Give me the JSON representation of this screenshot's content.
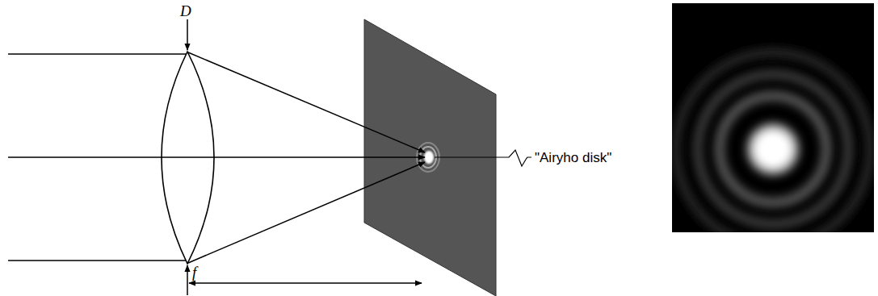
{
  "diagram": {
    "labels": [
      "D",
      "\"Airyho disk\"",
      "f"
    ]
  }
}
